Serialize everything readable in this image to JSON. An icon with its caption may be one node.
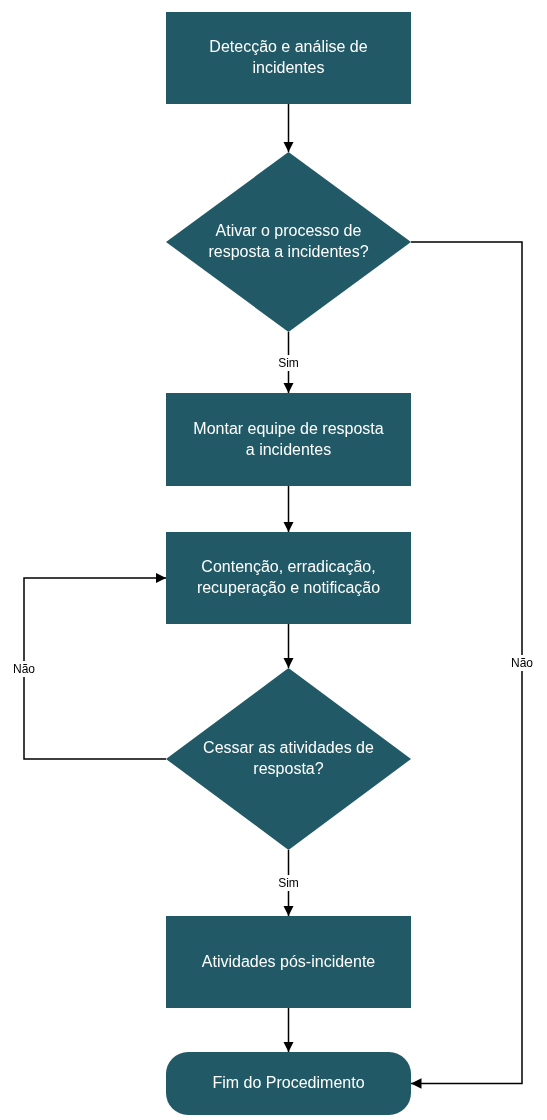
{
  "diagram": {
    "nodes": [
      {
        "text": [
          "Detecção e análise de incidentes"
        ]
      },
      {
        "text": [
          "Ativar o processo de resposta a incidentes?"
        ]
      },
      {
        "text": [
          "Montar equipe de resposta a incidentes"
        ]
      },
      {
        "text": [
          "Contenção, erradicação, recuperação e notificação"
        ]
      },
      {
        "text": [
          "Cessar as atividades de resposta?"
        ]
      },
      {
        "text": [
          "Atividades pós-incidente"
        ]
      },
      {
        "text": [
          "Fim do Procedimento"
        ]
      }
    ],
    "edges": [
      {
        "from": 0,
        "to": 1,
        "arrow": "to"
      },
      {
        "from": 1,
        "to": 2,
        "arrow": "to",
        "label": "Sim"
      },
      {
        "from": 1,
        "to": 6,
        "arrow": "to",
        "label": "Não"
      },
      {
        "from": 2,
        "to": 3,
        "arrow": "to"
      },
      {
        "from": 3,
        "to": 4,
        "arrow": "to"
      },
      {
        "from": 4,
        "to": 5,
        "arrow": "to",
        "label": "Sim"
      },
      {
        "from": 4,
        "to": 3,
        "arrow": "to",
        "label": "Não"
      },
      {
        "from": 5,
        "to": 6,
        "arrow": "to"
      }
    ]
  }
}
